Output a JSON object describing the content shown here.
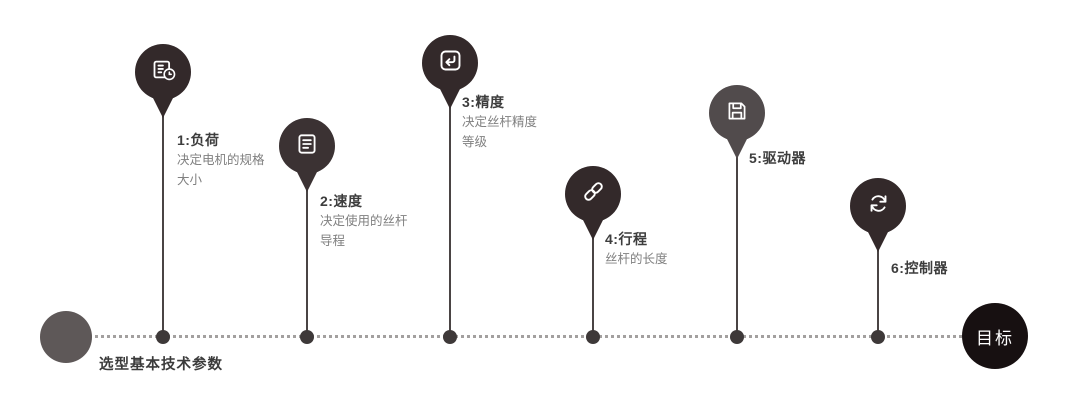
{
  "diagram": {
    "title": "选型基本技术参数",
    "goal": "目标"
  },
  "colors": {
    "pin_dark": "#33292a",
    "pin_dark_alt": "#3b3233",
    "pin_gray": "#514b4c",
    "start_circle": "#5e5858",
    "goal_circle": "#171011",
    "timeline_dot": "#3e3939",
    "dotted_line": "#a3a09f",
    "label_text": "#3d3d3d",
    "desc_text": "#808080"
  },
  "steps": [
    {
      "label": "1:负荷",
      "desc": "决定电机的规格\n大小",
      "icon": "package-clock-icon"
    },
    {
      "label": "2:速度",
      "desc": "决定使用的丝杆\n导程",
      "icon": "document-lines-icon"
    },
    {
      "label": "3:精度",
      "desc": "决定丝杆精度\n等级",
      "icon": "return-arrow-icon"
    },
    {
      "label": "4:行程",
      "desc": "丝杆的长度",
      "icon": "chain-link-icon"
    },
    {
      "label": "5:驱动器",
      "desc": "",
      "icon": "save-disk-icon"
    },
    {
      "label": "6:控制器",
      "desc": "",
      "icon": "refresh-icon"
    }
  ]
}
